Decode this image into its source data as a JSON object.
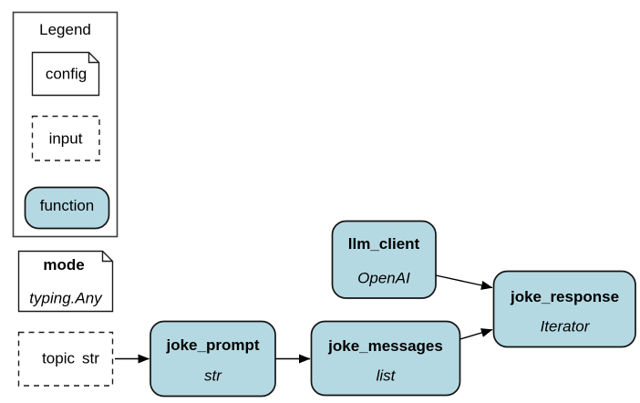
{
  "colors": {
    "background": "#ffffff",
    "function_fill": "#b5d9e2",
    "node_border": "#141414",
    "frame_border": "#3c3c3c",
    "edge": "#000000",
    "text": "#000000"
  },
  "legend": {
    "title": "Legend",
    "items": [
      {
        "label": "config",
        "shape": "note"
      },
      {
        "label": "input",
        "shape": "dashed-rectangle"
      },
      {
        "label": "function",
        "shape": "rounded-filled-rectangle"
      }
    ]
  },
  "nodes": {
    "mode": {
      "name": "mode",
      "type": "typing.Any",
      "kind": "config"
    },
    "topic": {
      "name": "topic",
      "type": "str",
      "kind": "input"
    },
    "joke_prompt": {
      "name": "joke_prompt",
      "type": "str",
      "kind": "function"
    },
    "joke_messages": {
      "name": "joke_messages",
      "type": "list",
      "kind": "function"
    },
    "llm_client": {
      "name": "llm_client",
      "type": "OpenAI",
      "kind": "function"
    },
    "joke_response": {
      "name": "joke_response",
      "type": "Iterator",
      "kind": "function"
    }
  },
  "edges": [
    {
      "from": "topic",
      "to": "joke_prompt"
    },
    {
      "from": "joke_prompt",
      "to": "joke_messages"
    },
    {
      "from": "joke_messages",
      "to": "joke_response"
    },
    {
      "from": "llm_client",
      "to": "joke_response"
    }
  ]
}
